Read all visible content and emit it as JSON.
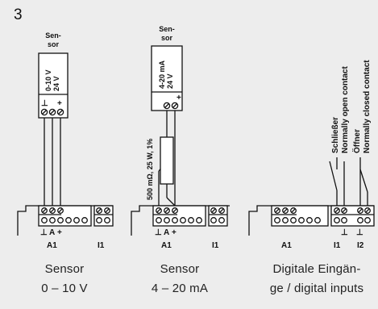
{
  "figure_number": "3",
  "panels": [
    {
      "sensor_box": {
        "title_line1": "Sen-",
        "title_line2": "sor",
        "signal": "0-10 V",
        "supply": "24 V"
      },
      "inline_labels": {
        "ground": "⊥",
        "a": "A",
        "plus": "+"
      },
      "terminal_labels": {
        "block": "A1",
        "right": "I1"
      },
      "caption": {
        "line1": "Sensor",
        "line2": "0 – 10 V"
      }
    },
    {
      "sensor_box": {
        "title_line1": "Sen-",
        "title_line2": "sor",
        "signal": "4-20 mA",
        "supply": "24 V"
      },
      "resistor_label": "500 mΩ, 25 W, 1%",
      "inline_labels": {
        "ground": "⊥",
        "a": "A",
        "plus": "+"
      },
      "terminal_labels": {
        "block": "A1",
        "right": "I1"
      },
      "caption": {
        "line1": "Sensor",
        "line2": "4 – 20 mA"
      }
    },
    {
      "contact_labels": {
        "no_de": "Schließer",
        "no_en": "Normally open contact",
        "nc_de": "Öffner",
        "nc_en": "Normally closed contact"
      },
      "inline_labels": {
        "ground": "⊥"
      },
      "terminal_labels": {
        "block": "A1",
        "i1": "I1",
        "i2": "I2"
      },
      "caption": {
        "line1": "Digitale Eingän-",
        "line2": "ge / digital inputs"
      }
    }
  ],
  "colors": {
    "background": "#ededed",
    "ink": "#111111",
    "paper": "#ffffff"
  }
}
